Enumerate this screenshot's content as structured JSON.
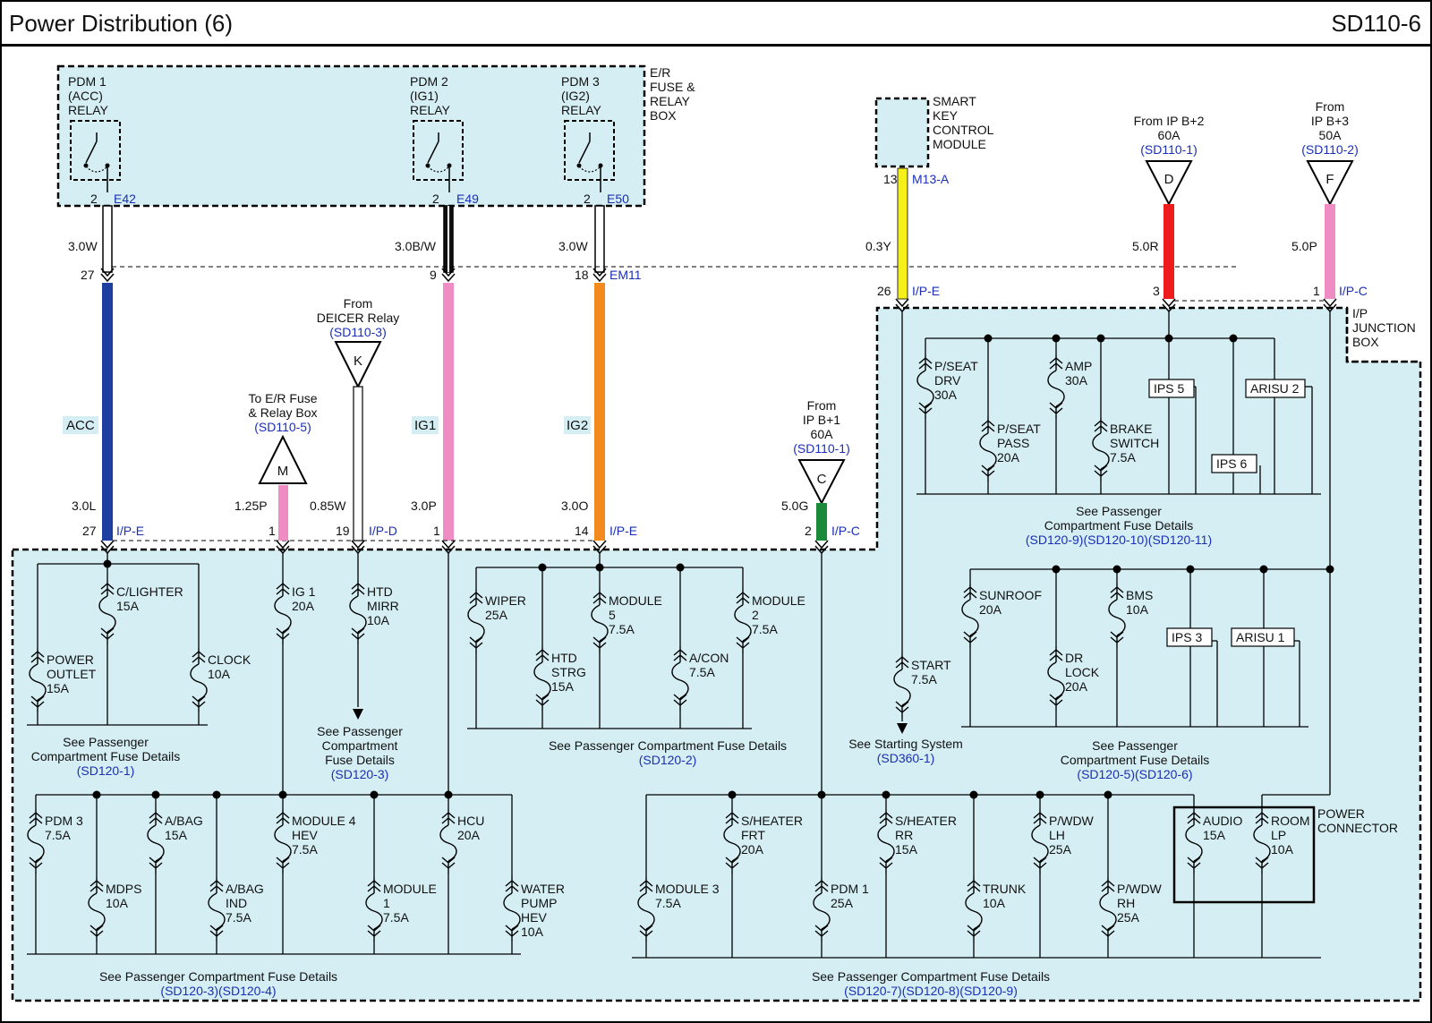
{
  "header": {
    "title": "Power Distribution (6)",
    "code": "SD110-6"
  },
  "colors": {
    "box_fill": "#d4eef3",
    "acc": "#1f3fa0",
    "ig1": "#ef8cc3",
    "ig2": "#f28a1e",
    "yellow": "#f5f01a",
    "red": "#ee1c1c",
    "pink": "#ef8cc3",
    "green": "#1a8a3a",
    "ref": "#1a2fb5"
  },
  "relays": [
    {
      "name": "PDM 1",
      "sub": "(ACC)",
      "type": "RELAY",
      "pin": "2",
      "conn": "E42"
    },
    {
      "name": "PDM 2",
      "sub": "(IG1)",
      "type": "RELAY",
      "pin": "2",
      "conn": "E49"
    },
    {
      "name": "PDM 3",
      "sub": "(IG2)",
      "type": "RELAY",
      "pin": "2",
      "conn": "E50"
    }
  ],
  "er_box_label": [
    "E/R",
    "FUSE &",
    "RELAY",
    "BOX"
  ],
  "upper_wires": [
    {
      "spec": "3.0W",
      "pin": "27"
    },
    {
      "spec": "3.0B/W",
      "pin": "9"
    },
    {
      "spec": "3.0W",
      "pin": "18",
      "conn": "EM11"
    }
  ],
  "circuits": [
    {
      "label": "ACC",
      "spec": "3.0L",
      "pin": "27",
      "conn": "I/P-E"
    },
    {
      "label": "IG1",
      "spec": "3.0P",
      "pin": "1"
    },
    {
      "label": "IG2",
      "spec": "3.0O",
      "pin": "14",
      "conn": "I/P-E"
    }
  ],
  "off_page": {
    "m": {
      "letter": "M",
      "text1": "To E/R Fuse",
      "text2": "& Relay Box",
      "ref": "(SD110-5)",
      "spec": "1.25P",
      "pin": "1"
    },
    "k": {
      "letter": "K",
      "text1": "From",
      "text2": "DEICER Relay",
      "ref": "(SD110-3)",
      "spec": "0.85W",
      "pin": "19",
      "conn": "I/P-D"
    },
    "c": {
      "letter": "C",
      "text1": "From",
      "text2": "IP B+1",
      "text3": "60A",
      "ref": "(SD110-1)",
      "spec": "5.0G",
      "pin": "2",
      "conn": "I/P-C"
    },
    "d": {
      "letter": "D",
      "text1": "From IP B+2",
      "text2": "60A",
      "ref": "(SD110-1)",
      "spec": "5.0R",
      "pin": "3"
    },
    "f": {
      "letter": "F",
      "text1": "From",
      "text2": "IP B+3",
      "text3": "50A",
      "ref": "(SD110-2)",
      "spec": "5.0P",
      "pin": "1",
      "conn": "I/P-C"
    }
  },
  "smart_key": {
    "lines": [
      "SMART",
      "KEY",
      "CONTROL",
      "MODULE"
    ],
    "pin_top": "13",
    "conn_top": "M13-A",
    "spec": "0.3Y",
    "pin_bottom": "26",
    "conn_bottom": "I/P-E"
  },
  "ip_box_label": [
    "I/P",
    "JUNCTION",
    "BOX"
  ],
  "fuses": {
    "c_lighter": [
      "C/LIGHTER",
      "15A"
    ],
    "power_outlet": [
      "POWER",
      "OUTLET",
      "15A"
    ],
    "clock": [
      "CLOCK",
      "10A"
    ],
    "ig1_fuse": [
      "IG 1",
      "20A"
    ],
    "htd_mirr": [
      "HTD",
      "MIRR",
      "10A"
    ],
    "wiper": [
      "WIPER",
      "25A"
    ],
    "htd_strg": [
      "HTD",
      "STRG",
      "15A"
    ],
    "module5": [
      "MODULE",
      "5",
      "7.5A"
    ],
    "acon": [
      "A/CON",
      "7.5A"
    ],
    "module2": [
      "MODULE",
      "2",
      "7.5A"
    ],
    "pdm3": [
      "PDM 3",
      "7.5A"
    ],
    "mdps": [
      "MDPS",
      "10A"
    ],
    "abag": [
      "A/BAG",
      "15A"
    ],
    "abag_ind": [
      "A/BAG",
      "IND",
      "7.5A"
    ],
    "module4": [
      "MODULE 4",
      "HEV",
      "7.5A"
    ],
    "module1": [
      "MODULE",
      "1",
      "7.5A"
    ],
    "hcu": [
      "HCU",
      "20A"
    ],
    "water_pump": [
      "WATER",
      "PUMP",
      "HEV",
      "10A"
    ],
    "pseat_drv": [
      "P/SEAT",
      "DRV",
      "30A"
    ],
    "pseat_pass": [
      "P/SEAT",
      "PASS",
      "20A"
    ],
    "amp": [
      "AMP",
      "30A"
    ],
    "brake": [
      "BRAKE",
      "SWITCH",
      "7.5A"
    ],
    "start": [
      "START",
      "7.5A"
    ],
    "sunroof": [
      "SUNROOF",
      "20A"
    ],
    "dr_lock": [
      "DR",
      "LOCK",
      "20A"
    ],
    "bms": [
      "BMS",
      "10A"
    ],
    "module3": [
      "MODULE 3",
      "7.5A"
    ],
    "sheater_frt": [
      "S/HEATER",
      "FRT",
      "20A"
    ],
    "pdm1": [
      "PDM 1",
      "25A"
    ],
    "sheater_rr": [
      "S/HEATER",
      "RR",
      "15A"
    ],
    "trunk": [
      "TRUNK",
      "10A"
    ],
    "pwdw_lh": [
      "P/WDW",
      "LH",
      "25A"
    ],
    "pwdw_rh": [
      "P/WDW",
      "RH",
      "25A"
    ],
    "audio": [
      "AUDIO",
      "15A"
    ],
    "room_lp": [
      "ROOM",
      "LP",
      "10A"
    ]
  },
  "relay_tags": {
    "ips5": "IPS 5",
    "ips6": "IPS 6",
    "arisu2": "ARISU 2",
    "ips3": "IPS 3",
    "arisu1": "ARISU 1"
  },
  "power_connector": [
    "POWER",
    "CONNECTOR"
  ],
  "notes": {
    "n1": {
      "lines": [
        "See Passenger",
        "Compartment Fuse Details"
      ],
      "ref": "(SD120-1)"
    },
    "n2": {
      "lines": [
        "See Passenger",
        "Compartment",
        "Fuse Details"
      ],
      "ref": "(SD120-3)"
    },
    "n3": {
      "lines": [
        "See Passenger Compartment Fuse Details"
      ],
      "ref": "(SD120-2)"
    },
    "n4": {
      "lines": [
        "See Starting System"
      ],
      "ref": "(SD360-1)"
    },
    "n5": {
      "lines": [
        "See Passenger",
        "Compartment Fuse Details"
      ],
      "ref": "(SD120-9)(SD120-10)(SD120-11)"
    },
    "n6": {
      "lines": [
        "See Passenger",
        "Compartment Fuse Details"
      ],
      "ref": "(SD120-5)(SD120-6)"
    },
    "n7": {
      "lines": [
        "See Passenger Compartment Fuse Details"
      ],
      "ref": "(SD120-3)(SD120-4)"
    },
    "n8": {
      "lines": [
        "See Passenger Compartment Fuse Details"
      ],
      "ref": "(SD120-7)(SD120-8)(SD120-9)"
    }
  }
}
